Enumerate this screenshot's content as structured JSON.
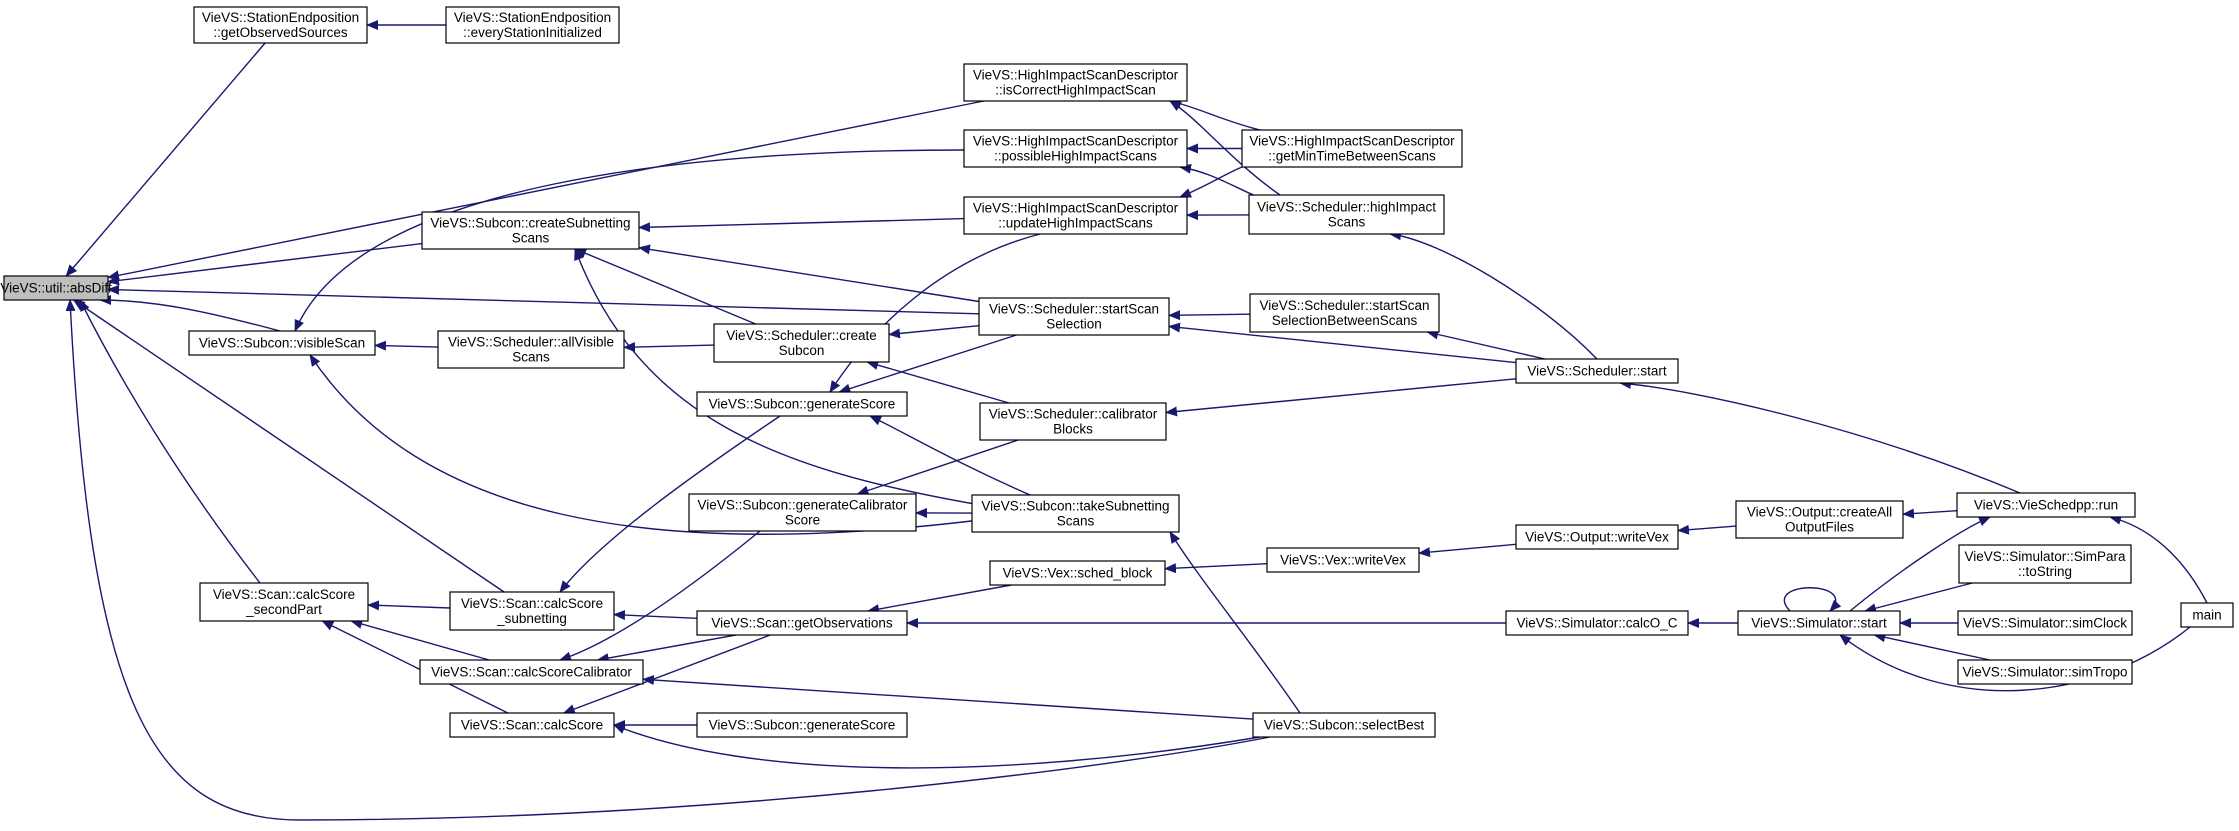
{
  "graph": {
    "edge_color": "#191970",
    "root_fill": "#bfbfbf",
    "nodes": [
      {
        "id": "absDiff",
        "lines": [
          "VieVS::util::absDiff"
        ],
        "root": true
      },
      {
        "id": "getObservedSources",
        "lines": [
          "VieVS::StationEndposition",
          "::getObservedSources"
        ]
      },
      {
        "id": "everyStationInitialized",
        "lines": [
          "VieVS::StationEndposition",
          "::everyStationInitialized"
        ]
      },
      {
        "id": "isCorrectHighImpactScan",
        "lines": [
          "VieVS::HighImpactScanDescriptor",
          "::isCorrectHighImpactScan"
        ]
      },
      {
        "id": "possibleHighImpactScans",
        "lines": [
          "VieVS::HighImpactScanDescriptor",
          "::possibleHighImpactScans"
        ]
      },
      {
        "id": "getMinTimeBetweenScans",
        "lines": [
          "VieVS::HighImpactScanDescriptor",
          "::getMinTimeBetweenScans"
        ]
      },
      {
        "id": "updateHighImpactScans",
        "lines": [
          "VieVS::HighImpactScanDescriptor",
          "::updateHighImpactScans"
        ]
      },
      {
        "id": "highImpactScans",
        "lines": [
          "VieVS::Scheduler::highImpact",
          "Scans"
        ]
      },
      {
        "id": "createSubnettingScans",
        "lines": [
          "VieVS::Subcon::createSubnetting",
          "Scans"
        ]
      },
      {
        "id": "startScanSelection",
        "lines": [
          "VieVS::Scheduler::startScan",
          "Selection"
        ]
      },
      {
        "id": "startScanSelectionBetweenScans",
        "lines": [
          "VieVS::Scheduler::startScan",
          "SelectionBetweenScans"
        ]
      },
      {
        "id": "visibleScan",
        "lines": [
          "VieVS::Subcon::visibleScan"
        ]
      },
      {
        "id": "allVisibleScans",
        "lines": [
          "VieVS::Scheduler::allVisible",
          "Scans"
        ]
      },
      {
        "id": "createSubcon",
        "lines": [
          "VieVS::Scheduler::create",
          "Subcon"
        ]
      },
      {
        "id": "schedulerStart",
        "lines": [
          "VieVS::Scheduler::start"
        ]
      },
      {
        "id": "generateScore1",
        "lines": [
          "VieVS::Subcon::generateScore"
        ]
      },
      {
        "id": "calibratorBlocks",
        "lines": [
          "VieVS::Scheduler::calibrator",
          "Blocks"
        ]
      },
      {
        "id": "generateCalibratorScore",
        "lines": [
          "VieVS::Subcon::generateCalibrator",
          "Score"
        ]
      },
      {
        "id": "takeSubnettingScans",
        "lines": [
          "VieVS::Subcon::takeSubnetting",
          "Scans"
        ]
      },
      {
        "id": "vieSchedppRun",
        "lines": [
          "VieVS::VieSchedpp::run"
        ]
      },
      {
        "id": "createAllOutputFiles",
        "lines": [
          "VieVS::Output::createAll",
          "OutputFiles"
        ]
      },
      {
        "id": "writeVexOutput",
        "lines": [
          "VieVS::Output::writeVex"
        ]
      },
      {
        "id": "vexWriteVex",
        "lines": [
          "VieVS::Vex::writeVex"
        ]
      },
      {
        "id": "schedBlock",
        "lines": [
          "VieVS::Vex::sched_block"
        ]
      },
      {
        "id": "simParaToString",
        "lines": [
          "VieVS::Simulator::SimPara",
          "::toString"
        ]
      },
      {
        "id": "calcScoreSecondPart",
        "lines": [
          "VieVS::Scan::calcScore",
          "_secondPart"
        ]
      },
      {
        "id": "calcScoreSubnetting",
        "lines": [
          "VieVS::Scan::calcScore",
          "_subnetting"
        ]
      },
      {
        "id": "getObservations",
        "lines": [
          "VieVS::Scan::getObservations"
        ]
      },
      {
        "id": "calcOC",
        "lines": [
          "VieVS::Simulator::calcO_C"
        ]
      },
      {
        "id": "simulatorStart",
        "lines": [
          "VieVS::Simulator::start"
        ]
      },
      {
        "id": "simClock",
        "lines": [
          "VieVS::Simulator::simClock"
        ]
      },
      {
        "id": "main",
        "lines": [
          "main"
        ]
      },
      {
        "id": "calcScoreCalibrator",
        "lines": [
          "VieVS::Scan::calcScoreCalibrator"
        ]
      },
      {
        "id": "simTropo",
        "lines": [
          "VieVS::Simulator::simTropo"
        ]
      },
      {
        "id": "calcScore",
        "lines": [
          "VieVS::Scan::calcScore"
        ]
      },
      {
        "id": "generateScore2",
        "lines": [
          "VieVS::Subcon::generateScore"
        ]
      },
      {
        "id": "selectBest",
        "lines": [
          "VieVS::Subcon::selectBest"
        ]
      }
    ],
    "edges": [
      [
        "getObservedSources",
        "absDiff"
      ],
      [
        "isCorrectHighImpactScan",
        "absDiff"
      ],
      [
        "createSubnettingScans",
        "absDiff"
      ],
      [
        "startScanSelection",
        "absDiff"
      ],
      [
        "visibleScan",
        "absDiff"
      ],
      [
        "calcScoreSecondPart",
        "absDiff"
      ],
      [
        "selectBest",
        "absDiff"
      ],
      [
        "everyStationInitialized",
        "getObservedSources"
      ],
      [
        "getMinTimeBetweenScans",
        "isCorrectHighImpactScan"
      ],
      [
        "highImpactScans",
        "isCorrectHighImpactScan"
      ],
      [
        "getMinTimeBetweenScans",
        "possibleHighImpactScans"
      ],
      [
        "highImpactScans",
        "possibleHighImpactScans"
      ],
      [
        "possibleHighImpactScans",
        "visibleScan"
      ],
      [
        "updateHighImpactScans",
        "createSubnettingScans"
      ],
      [
        "startScanSelection",
        "createSubnettingScans"
      ],
      [
        "createSubcon",
        "createSubnettingScans"
      ],
      [
        "takeSubnettingScans",
        "createSubnettingScans"
      ],
      [
        "highImpactScans",
        "updateHighImpactScans"
      ],
      [
        "getMinTimeBetweenScans",
        "updateHighImpactScans"
      ],
      [
        "schedulerStart",
        "highImpactScans"
      ],
      [
        "allVisibleScans",
        "visibleScan"
      ],
      [
        "takeSubnettingScans",
        "visibleScan"
      ],
      [
        "createSubcon",
        "allVisibleScans"
      ],
      [
        "startScanSelection",
        "createSubcon"
      ],
      [
        "calibratorBlocks",
        "createSubcon"
      ],
      [
        "startScanSelectionBetweenScans",
        "startScanSelection"
      ],
      [
        "schedulerStart",
        "startScanSelection"
      ],
      [
        "schedulerStart",
        "startScanSelectionBetweenScans"
      ],
      [
        "schedulerStart",
        "calibratorBlocks"
      ],
      [
        "vieSchedppRun",
        "schedulerStart"
      ],
      [
        "startScanSelection",
        "generateScore1"
      ],
      [
        "updateHighImpactScans",
        "generateScore1"
      ],
      [
        "takeSubnettingScans",
        "generateScore1"
      ],
      [
        "calibratorBlocks",
        "generateCalibratorScore"
      ],
      [
        "takeSubnettingScans",
        "generateCalibratorScore"
      ],
      [
        "selectBest",
        "takeSubnettingScans"
      ],
      [
        "generateScore1",
        "calcScoreSubnetting"
      ],
      [
        "generateCalibratorScore",
        "calcScoreCalibrator"
      ],
      [
        "calcScoreSubnetting",
        "calcScoreSecondPart"
      ],
      [
        "calcScoreCalibrator",
        "calcScoreSecondPart"
      ],
      [
        "calcScore",
        "calcScoreSecondPart"
      ],
      [
        "calcScoreSubnetting",
        "absDiff"
      ],
      [
        "getObservations",
        "calcScoreSubnetting"
      ],
      [
        "getObservations",
        "calcScoreCalibrator"
      ],
      [
        "getObservations",
        "calcScore"
      ],
      [
        "schedBlock",
        "getObservations"
      ],
      [
        "calcOC",
        "getObservations"
      ],
      [
        "vexWriteVex",
        "schedBlock"
      ],
      [
        "writeVexOutput",
        "vexWriteVex"
      ],
      [
        "createAllOutputFiles",
        "writeVexOutput"
      ],
      [
        "vieSchedppRun",
        "createAllOutputFiles"
      ],
      [
        "simulatorStart",
        "calcOC"
      ],
      [
        "simulatorStart",
        "simulatorStart"
      ],
      [
        "simulatorStart",
        "vieSchedppRun"
      ],
      [
        "simParaToString",
        "simulatorStart"
      ],
      [
        "simClock",
        "simulatorStart"
      ],
      [
        "simTropo",
        "simulatorStart"
      ],
      [
        "main",
        "simulatorStart"
      ],
      [
        "main",
        "vieSchedppRun"
      ],
      [
        "selectBest",
        "calcScoreCalibrator"
      ],
      [
        "selectBest",
        "calcScore"
      ],
      [
        "generateScore2",
        "calcScore"
      ]
    ]
  }
}
